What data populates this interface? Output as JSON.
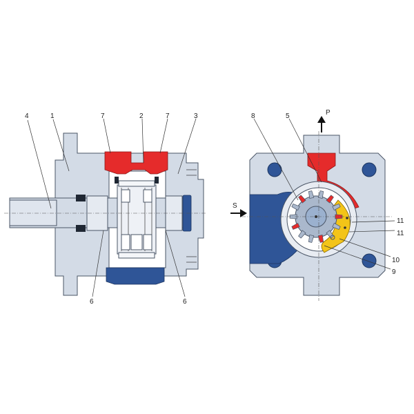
{
  "colors": {
    "housing": "#d3dbe6",
    "housing_dark": "#bcc7d6",
    "pressure": "#e52b2b",
    "suction": "#2f5597",
    "gear": "#aab8cc",
    "ring": "#e8ecf2",
    "filler": "#f3c418",
    "outline": "#4a5566"
  },
  "icons": {
    "arrow_p": "arrow-up-icon",
    "arrow_s": "arrow-right-icon"
  },
  "labels": {
    "left": {
      "n4": "4",
      "n1": "1",
      "n7a": "7",
      "n2": "2",
      "n7b": "7",
      "n3": "3",
      "n6a": "6",
      "n6b": "6"
    },
    "right": {
      "n8": "8",
      "n5": "5",
      "p": "P",
      "s": "S",
      "n11a": "11",
      "n11b": "11",
      "n10": "10",
      "n9": "9"
    }
  }
}
